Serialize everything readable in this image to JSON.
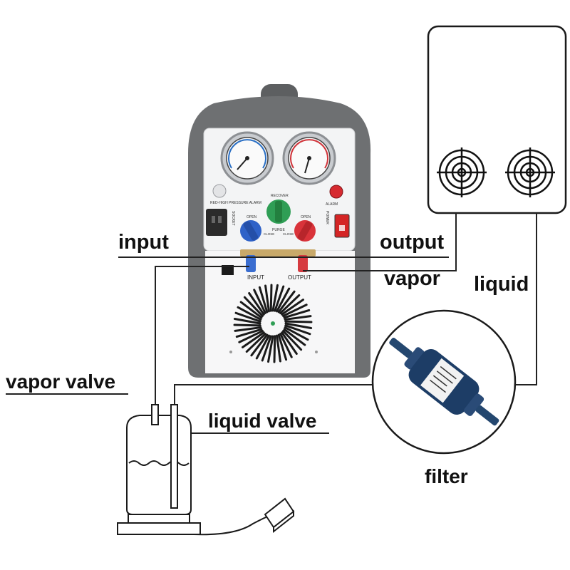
{
  "labels": {
    "input": "input",
    "output": "output",
    "vapor": "vapor",
    "liquid": "liquid",
    "vapor_valve": "vapor valve",
    "liquid_valve": "liquid valve",
    "filter": "filter"
  },
  "machine_text": {
    "high_pressure_alarm": "RED-HIGH PRESSURE ALARM",
    "socket": "SOCKET",
    "recover": "RECOVER",
    "purge": "PURGE",
    "open_left": "OPEN",
    "close_left": "CLOSE",
    "open_right": "OPEN",
    "close_right": "CLOSE",
    "alarm": "ALARM",
    "power": "POWER",
    "input_port": "INPUT",
    "output_port": "OUTPUT"
  },
  "colors": {
    "housing": "#6e7072",
    "panel": "#f2f3f4",
    "knob_green": "#2f9e55",
    "knob_blue": "#2f62c8",
    "knob_red": "#d9333a",
    "power_switch": "#d42525",
    "filter_body": "#1d3d66",
    "line": "#222222"
  },
  "icons": [
    "pressure-gauge-icon",
    "recovery-machine",
    "refrigerant-tank",
    "condenser-coil-icon",
    "drier-filter",
    "foot-pedal"
  ]
}
